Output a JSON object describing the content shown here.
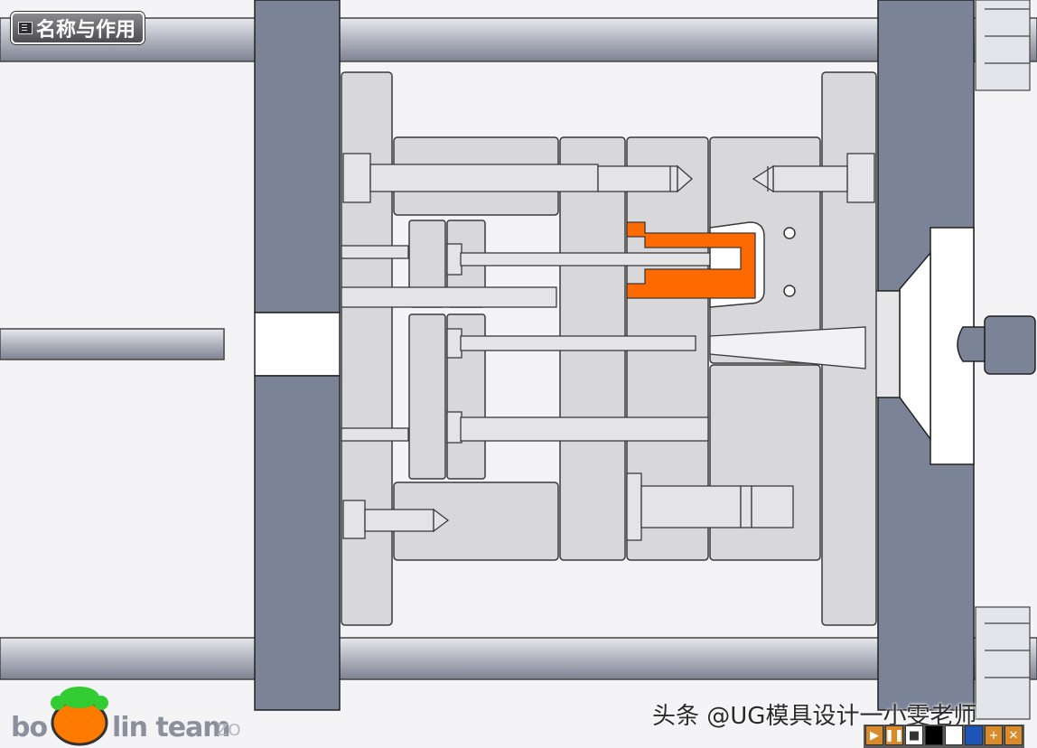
{
  "title_button": {
    "label": "名称与作用"
  },
  "logo": {
    "left": "bo",
    "right": "lin team",
    "suffix": "ZO"
  },
  "watermark": {
    "text": "头条 @UG模具设计一小雯老师"
  },
  "player_controls": [
    {
      "icon": "play-icon",
      "glyph": "▶",
      "color": "#d98a2a"
    },
    {
      "icon": "pause-icon",
      "glyph": "❚❚",
      "color": "#d98a2a"
    },
    {
      "icon": "stop-icon",
      "glyph": "■",
      "color": "#ffffff"
    },
    {
      "icon": "black-swatch-icon",
      "glyph": "",
      "color": "#000000"
    },
    {
      "icon": "white-swatch-icon",
      "glyph": "",
      "color": "#ffffff"
    },
    {
      "icon": "blue-swatch-icon",
      "glyph": "",
      "color": "#1d56b8"
    },
    {
      "icon": "plus-icon",
      "glyph": "+",
      "color": "#d98a2a"
    },
    {
      "icon": "close-icon",
      "glyph": "✕",
      "color": "#d98a2a"
    }
  ],
  "colors": {
    "background": "#f4f4f6",
    "platen": "#7b8497",
    "plate": "#d8d8da",
    "plate_stroke": "#3a3a3a",
    "tie_bar": "#b9bcc6",
    "molded_part": "#ff6a00"
  }
}
